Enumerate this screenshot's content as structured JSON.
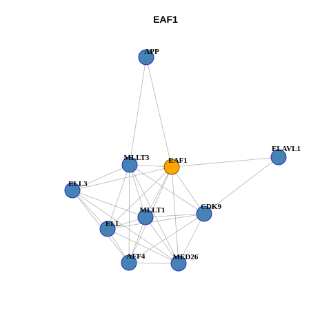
{
  "title": "EAF1",
  "colors": {
    "node_fill": "#4682b4",
    "node_stroke": "#1f2fbf",
    "focus_fill": "#ffa500",
    "focus_stroke": "#7a4a00",
    "edge": "#b3b3b3"
  },
  "nodes": [
    {
      "id": "APP",
      "label": "APP",
      "focus": false
    },
    {
      "id": "EAF1",
      "label": "EAF1",
      "focus": true
    },
    {
      "id": "MLLT3",
      "label": "MLLT3",
      "focus": false
    },
    {
      "id": "ELAVL1",
      "label": "ELAVL1",
      "focus": false
    },
    {
      "id": "ELL3",
      "label": "ELL3",
      "focus": false
    },
    {
      "id": "MLLT1",
      "label": "MLLT1",
      "focus": false
    },
    {
      "id": "CDK9",
      "label": "CDK9",
      "focus": false
    },
    {
      "id": "ELL",
      "label": "ELL",
      "focus": false
    },
    {
      "id": "AFF4",
      "label": "AFF4",
      "focus": false
    },
    {
      "id": "MED26",
      "label": "MED26",
      "focus": false
    }
  ],
  "edges": [
    [
      "APP",
      "MLLT3"
    ],
    [
      "APP",
      "EAF1"
    ],
    [
      "EAF1",
      "ELAVL1"
    ],
    [
      "EAF1",
      "MLLT3"
    ],
    [
      "EAF1",
      "ELL3"
    ],
    [
      "EAF1",
      "ELL"
    ],
    [
      "EAF1",
      "MLLT1"
    ],
    [
      "EAF1",
      "CDK9"
    ],
    [
      "EAF1",
      "AFF4"
    ],
    [
      "EAF1",
      "MED26"
    ],
    [
      "ELAVL1",
      "CDK9"
    ],
    [
      "MLLT3",
      "ELL3"
    ],
    [
      "MLLT3",
      "MLLT1"
    ],
    [
      "MLLT3",
      "CDK9"
    ],
    [
      "MLLT3",
      "ELL"
    ],
    [
      "MLLT3",
      "AFF4"
    ],
    [
      "MLLT3",
      "MED26"
    ],
    [
      "ELL3",
      "ELL"
    ],
    [
      "ELL3",
      "MLLT1"
    ],
    [
      "ELL3",
      "AFF4"
    ],
    [
      "ELL3",
      "MED26"
    ],
    [
      "MLLT1",
      "CDK9"
    ],
    [
      "MLLT1",
      "ELL"
    ],
    [
      "MLLT1",
      "AFF4"
    ],
    [
      "MLLT1",
      "MED26"
    ],
    [
      "CDK9",
      "ELL"
    ],
    [
      "CDK9",
      "AFF4"
    ],
    [
      "CDK9",
      "MED26"
    ],
    [
      "ELL",
      "AFF4"
    ],
    [
      "ELL",
      "MED26"
    ],
    [
      "AFF4",
      "MED26"
    ]
  ]
}
